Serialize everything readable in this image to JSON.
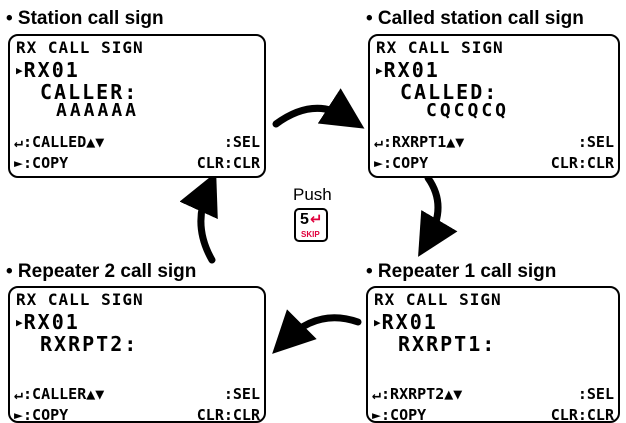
{
  "headings": {
    "tl": "• Station call sign",
    "tr": "• Called station call sign",
    "bl": "• Repeater 2 call sign",
    "br": "• Repeater 1 call sign"
  },
  "screens": {
    "tl": {
      "line1": "RX CALL SIGN",
      "line2": "RX01",
      "line3": "CALLER:",
      "line4": "AAAAAA",
      "line5_left": "↵:CALLED▲▼",
      "line5_right": ":SEL",
      "line6_left": "►:COPY",
      "line6_right": "CLR:CLR"
    },
    "tr": {
      "line1": "RX CALL SIGN",
      "line2": "RX01",
      "line3": "CALLED:",
      "line4": "CQCQCQ",
      "line5_left": "↵:RXRPT1▲▼",
      "line5_right": ":SEL",
      "line6_left": "►:COPY",
      "line6_right": "CLR:CLR"
    },
    "bl": {
      "line1": "RX CALL SIGN",
      "line2": "RX01",
      "line3": "RXRPT2:",
      "line4": "",
      "line5_left": "↵:CALLER▲▼",
      "line5_right": ":SEL",
      "line6_left": "►:COPY",
      "line6_right": "CLR:CLR"
    },
    "br": {
      "line1": "RX CALL SIGN",
      "line2": "RX01",
      "line3": "RXRPT1:",
      "line4": "",
      "line5_left": "↵:RXRPT2▲▼",
      "line5_right": ":SEL",
      "line6_left": "►:COPY",
      "line6_right": "CLR:CLR"
    }
  },
  "center": {
    "push_label": "Push",
    "key_number": "5",
    "key_sub": "SKIP",
    "key_accent_color": "#e0003c"
  },
  "icons": {
    "screen_marker": "small-right-triangle",
    "key_return": "return-arrow-icon",
    "flow_arrows": "curved-arrow"
  }
}
